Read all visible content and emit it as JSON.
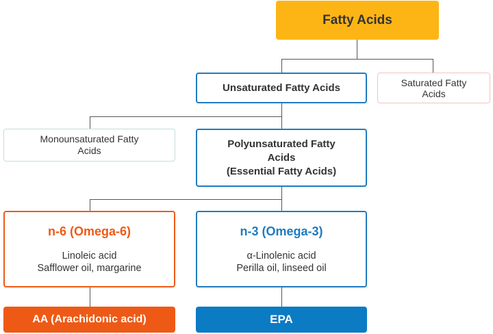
{
  "colors": {
    "root_fill": "#FDB515",
    "blue": "#1E7BBE",
    "orange": "#EE5A16",
    "epa_fill": "#0B7BC4",
    "pink_border": "#F1C4C0",
    "teal_border": "#C6DCDF",
    "connector": "#555555"
  },
  "root": {
    "label": "Fatty Acids"
  },
  "level1": {
    "unsaturated": "Unsaturated Fatty Acids",
    "saturated_line1": "Saturated Fatty",
    "saturated_line2": "Acids"
  },
  "level2": {
    "mono_line1": "Monounsaturated Fatty",
    "mono_line2": "Acids",
    "poly_line1": "Polyunsaturated Fatty",
    "poly_line2": "Acids",
    "poly_line3": "(Essential Fatty Acids)"
  },
  "omega6": {
    "title": "n-6 (Omega-6)",
    "line1": "Linoleic acid",
    "line2": "Safflower oil, margarine",
    "derivative": "AA (Arachidonic acid)"
  },
  "omega3": {
    "title": "n-3 (Omega-3)",
    "line1": "α-Linolenic acid",
    "line2": "Perilla oil, linseed oil",
    "derivative": "EPA"
  }
}
